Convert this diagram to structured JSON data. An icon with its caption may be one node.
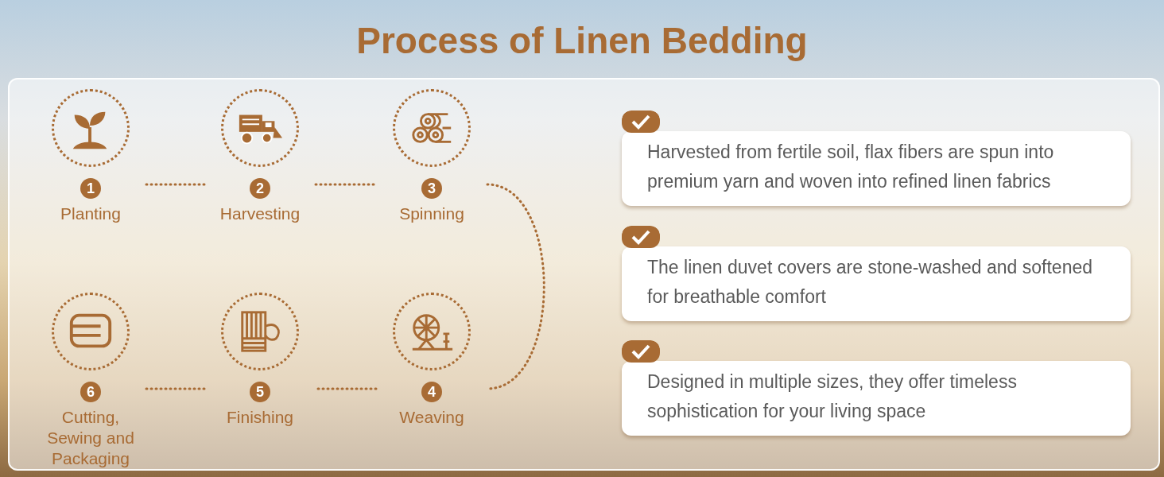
{
  "diagram": {
    "title": "Process of Linen Bedding",
    "nodes": [
      {
        "text": [
          "1",
          "Planting"
        ]
      },
      {
        "text": [
          "2",
          "Harvesting"
        ]
      },
      {
        "text": [
          "3",
          "Spinning"
        ]
      },
      {
        "text": [
          "4",
          "Weaving"
        ]
      },
      {
        "text": [
          "5",
          "Finishing"
        ]
      },
      {
        "text": [
          "6",
          "Cutting, Sewing and Packaging"
        ]
      },
      {
        "text": [
          "Harvested from fertile soil, flax fibers are spun into premium yarn and woven into refined linen fabrics"
        ]
      },
      {
        "text": [
          "The linen duvet covers are stone-washed and softened for breathable comfort"
        ]
      },
      {
        "text": [
          "Designed in multiple sizes, they offer timeless sophistication for your living space"
        ]
      }
    ],
    "edges": [
      {
        "from": 0,
        "to": 1,
        "arrow": "none",
        "style": "dashed"
      },
      {
        "from": 1,
        "to": 2,
        "arrow": "none",
        "style": "dashed"
      },
      {
        "from": 2,
        "to": 3,
        "arrow": "none",
        "style": "dashed"
      },
      {
        "from": 3,
        "to": 4,
        "arrow": "none",
        "style": "dashed"
      },
      {
        "from": 4,
        "to": 5,
        "arrow": "none",
        "style": "dashed"
      }
    ]
  }
}
